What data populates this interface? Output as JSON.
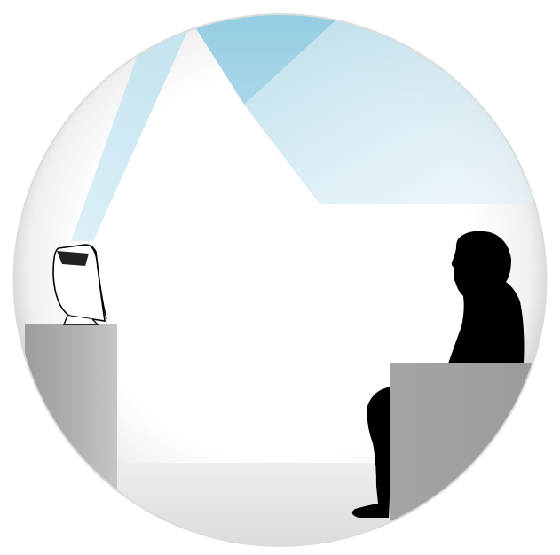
{
  "scene": {
    "description_items": [
      "lamp",
      "light-beam",
      "desk",
      "seated-person",
      "bench",
      "floor"
    ]
  },
  "colors": {
    "beam_light": "#cfe9f3",
    "beam_mid": "#a9d6e6",
    "beam_dark": "#7fc3da",
    "desk": "#a8a8a8",
    "bench": "#a0a0a0",
    "silhouette": "#000000",
    "floor": "#e6e6e6",
    "vignette": "#bdbdbd"
  }
}
